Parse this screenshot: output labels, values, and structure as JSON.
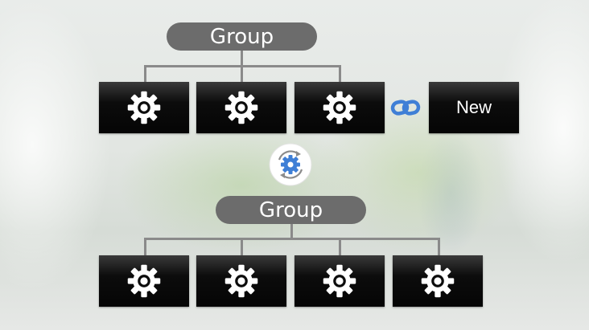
{
  "top_group": {
    "label": "Group",
    "member_count": 3
  },
  "bottom_group": {
    "label": "Group",
    "member_count": 4
  },
  "new_node": {
    "label": "New"
  },
  "icons": {
    "member": "gear-icon",
    "connector": "chain-link-icon",
    "transition": "gear-sync-icon"
  },
  "colors": {
    "pill": "#6c6c6c",
    "node": "#0c0c0c",
    "line": "#8a8a8a",
    "accent": "#3f7fd6"
  }
}
